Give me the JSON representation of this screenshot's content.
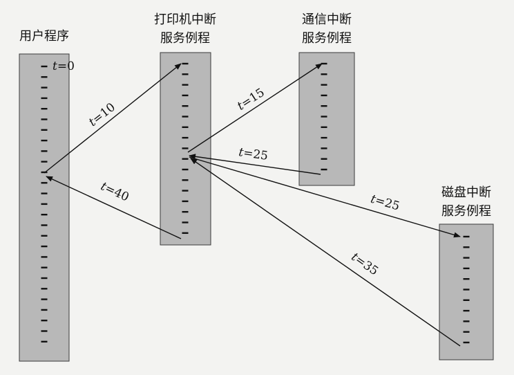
{
  "routines": [
    {
      "id": "user",
      "title_lines": [
        "用户程序"
      ]
    },
    {
      "id": "printer",
      "title_lines": [
        "打印机中断",
        "服务例程"
      ]
    },
    {
      "id": "comm",
      "title_lines": [
        "通信中断",
        "服务例程"
      ]
    },
    {
      "id": "disk",
      "title_lines": [
        "磁盘中断",
        "服务例程"
      ]
    }
  ],
  "start_label": {
    "var": "t",
    "text": "=0"
  },
  "transitions": [
    {
      "id": "t10",
      "var": "t",
      "text": "=10"
    },
    {
      "id": "t40",
      "var": "t",
      "text": "=40"
    },
    {
      "id": "t15",
      "var": "t",
      "text": "=15"
    },
    {
      "id": "t25a",
      "var": "t",
      "text": "=25"
    },
    {
      "id": "t25b",
      "var": "t",
      "text": "=25"
    },
    {
      "id": "t35",
      "var": "t",
      "text": "=35"
    }
  ],
  "colors": {
    "bar_fill": "#b8b8b8",
    "bar_stroke": "#3a3a3a",
    "ink": "#111111"
  }
}
